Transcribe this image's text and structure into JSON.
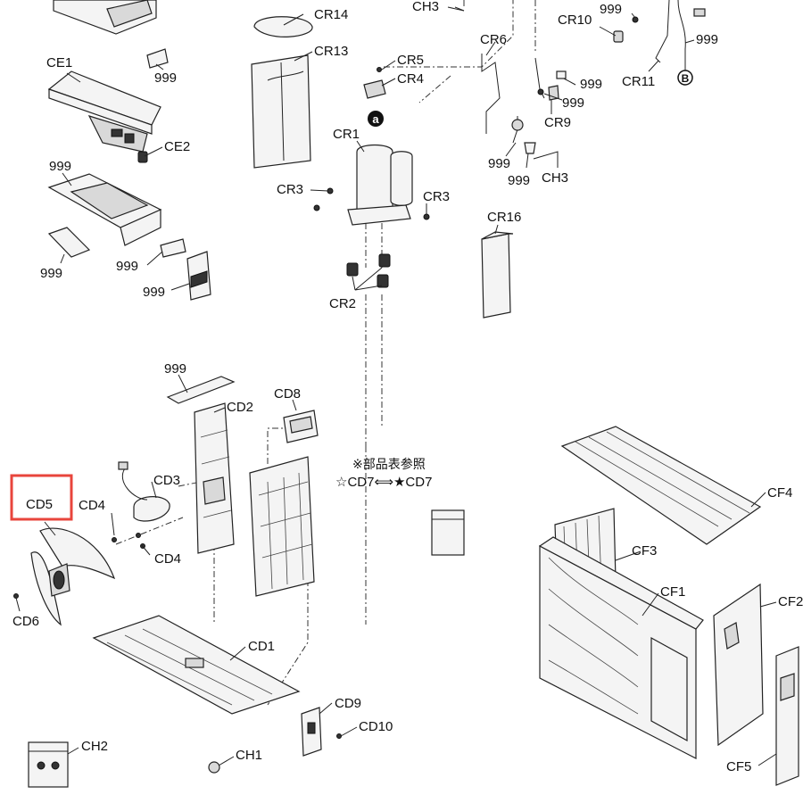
{
  "highlight": {
    "label": "CD5",
    "color": "#e8453c"
  },
  "labels": {
    "CH3_top": "CH3",
    "CR14": "CR14",
    "CR13": "CR13",
    "CR5": "CR5",
    "CR4": "CR4",
    "CR6": "CR6",
    "CR10": "CR10",
    "n999_a": "999",
    "n999_b": "999",
    "CR11": "CR11",
    "B": "B",
    "n999_c": "999",
    "n999_d": "999",
    "CR9": "CR9",
    "a": "a",
    "CR1": "CR1",
    "n999_e": "999",
    "n999_f": "999",
    "CH3_mid": "CH3",
    "CR3_left": "CR3",
    "CR3_right": "CR3",
    "CR16": "CR16",
    "CR2": "CR2",
    "CE1": "CE1",
    "n999_g": "999",
    "CE2": "CE2",
    "n999_h": "999",
    "n999_i": "999",
    "n999_j": "999",
    "n999_k": "999",
    "n999_l": "999",
    "CD2": "CD2",
    "CD8": "CD8",
    "note_jp": "※部品表参照",
    "cd7_link": "☆CD7⟺★CD7",
    "CD3": "CD3",
    "CD5": "CD5",
    "CD4_top": "CD4",
    "CD4_bot": "CD4",
    "CD6": "CD6",
    "CD1": "CD1",
    "CD9": "CD9",
    "CD10": "CD10",
    "CH2": "CH2",
    "CH1": "CH1",
    "CF4": "CF4",
    "CF3": "CF3",
    "CF1": "CF1",
    "CF2": "CF2",
    "CF5": "CF5"
  }
}
